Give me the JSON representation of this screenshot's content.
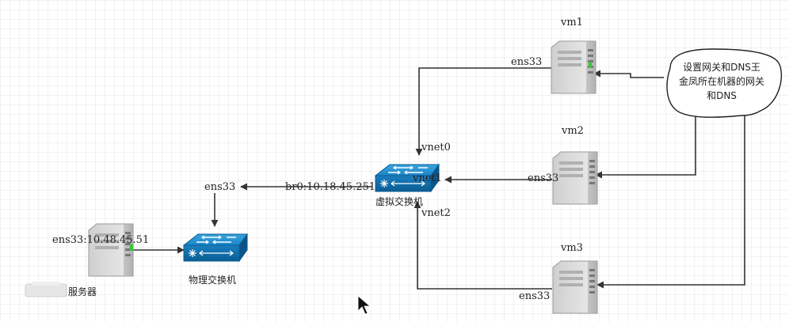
{
  "nodes": {
    "vm1": {
      "label": "vm1",
      "iface": "ens33"
    },
    "vm2": {
      "label": "vm2",
      "iface": "ens33"
    },
    "vm3": {
      "label": "vm3",
      "iface": "ens33"
    },
    "virtual_switch": {
      "label": "虚拟交换机",
      "bridge": "br0:10.18.45.251"
    },
    "physical_switch": {
      "label": "物理交换机",
      "iface": "ens33"
    },
    "server": {
      "label": "服务器",
      "iface": "ens33:10.48.45.51"
    }
  },
  "ports": {
    "vnet0": "vnet0",
    "vnet1": "vnet1",
    "vnet2": "vnet2"
  },
  "note": {
    "lines": [
      "设置网关和DNS王",
      "金凤所在机器的网关",
      "和DNS"
    ]
  },
  "colors": {
    "switch_blue": "#1a86c8",
    "switch_dark": "#0b5d92",
    "server_gray": "#d6d6d6",
    "line": "#333333",
    "led_green": "#39c639"
  }
}
